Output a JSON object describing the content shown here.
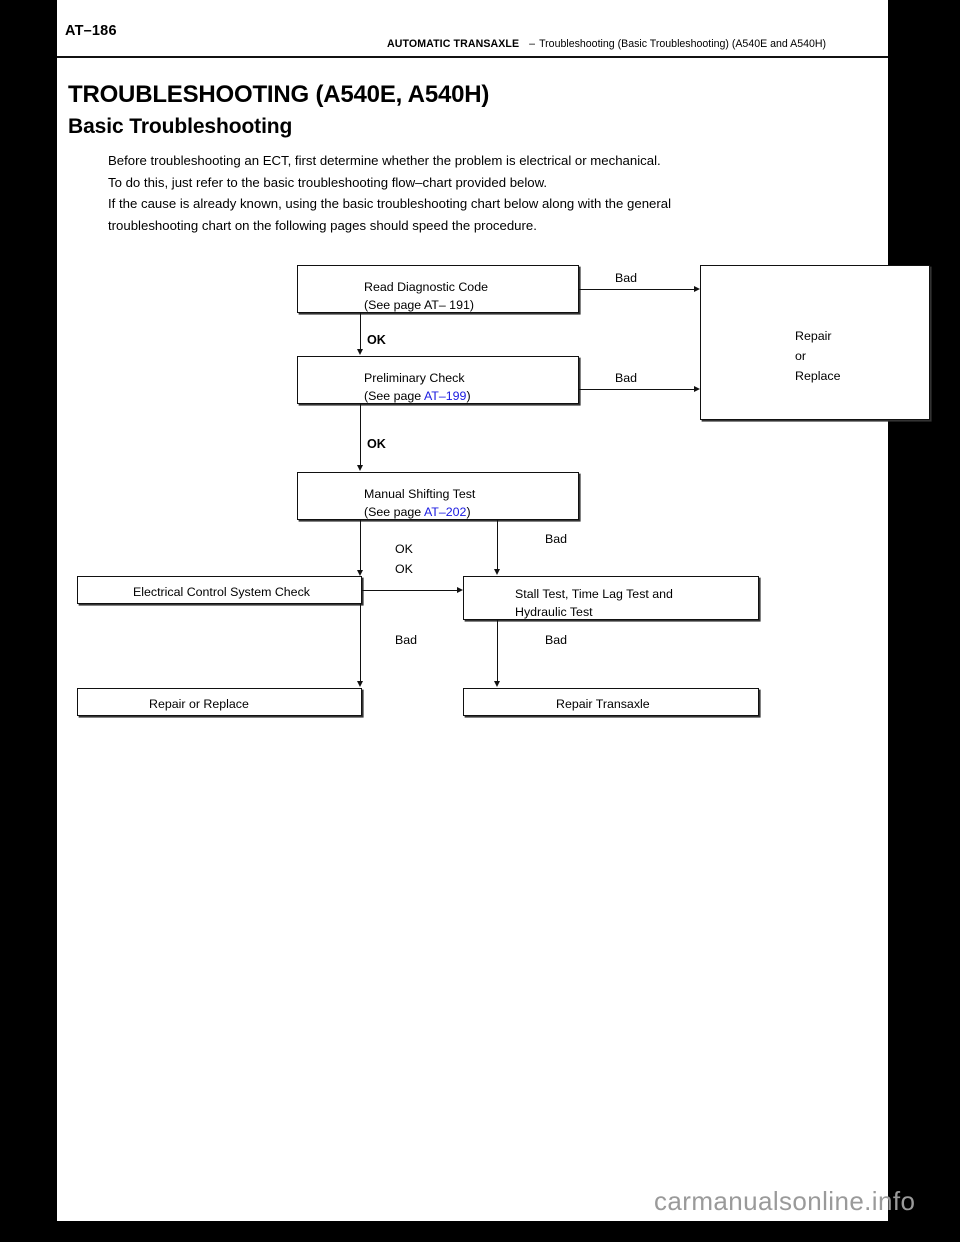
{
  "page": {
    "number": "AT–186",
    "header": {
      "section": "AUTOMATIC TRANSAXLE",
      "separator": "–",
      "subject": "Troubleshooting (Basic Troubleshooting) (A540E and A540H)"
    },
    "title": "TROUBLESHOOTING (A540E, A540H)",
    "subtitle": "Basic Troubleshooting",
    "intro": [
      "Before troubleshooting an ECT, first determine whether the problem is electrical or mechanical.",
      "To do this, just refer to the basic troubleshooting flow–chart provided below.",
      "If the cause is already known, using the basic troubleshooting chart below along with the general",
      "troubleshooting chart on the following pages should speed the procedure."
    ],
    "watermark": "carmanualsonline.info"
  },
  "flowchart": {
    "link_color": "#1a1ae0",
    "boxes": [
      {
        "id": "read-diagnostic-code",
        "lines": [
          {
            "text": "Read Diagnostic Code"
          },
          {
            "pre": "(See page AT– 191)"
          }
        ]
      },
      {
        "id": "preliminary-check",
        "lines": [
          {
            "text": "Preliminary Check"
          },
          {
            "pre": "(See page ",
            "link": "AT–199",
            "post": ")"
          }
        ]
      },
      {
        "id": "manual-shifting-test",
        "lines": [
          {
            "text": "Manual Shifting Test"
          },
          {
            "pre": "(See page ",
            "link": "AT–202",
            "post": ")"
          }
        ]
      },
      {
        "id": "repair-or-replace-right",
        "lines": [
          {
            "text": "Repair"
          },
          {
            "text": "or"
          },
          {
            "text": "Replace"
          }
        ]
      },
      {
        "id": "electrical-control-system-check",
        "lines": [
          {
            "text": "Electrical Control System Check"
          }
        ]
      },
      {
        "id": "stall-test",
        "lines": [
          {
            "text": "Stall Test, Time Lag Test and"
          },
          {
            "text": "Hydraulic Test"
          }
        ]
      },
      {
        "id": "repair-or-replace-bottom",
        "lines": [
          {
            "text": "Repair or Replace"
          }
        ]
      },
      {
        "id": "repair-transaxle",
        "lines": [
          {
            "text": "Repair Transaxle"
          }
        ]
      }
    ],
    "labels": {
      "bad_1": "Bad",
      "ok_1": "OK",
      "bad_2": "Bad",
      "ok_2": "OK",
      "ok_3": "OK",
      "ok_4": "OK",
      "bad_3": "Bad",
      "bad_4": "Bad",
      "bad_5": "Bad"
    }
  }
}
